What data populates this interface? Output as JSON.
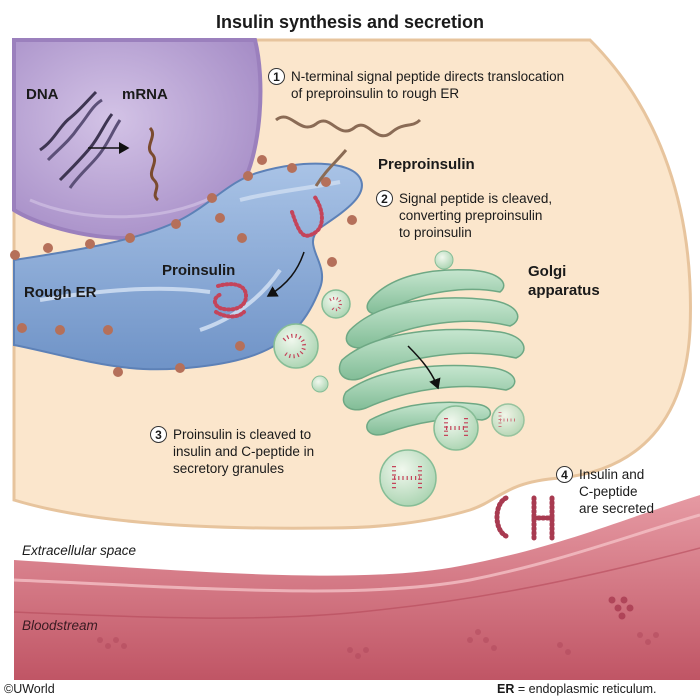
{
  "title": "Insulin synthesis and secretion",
  "labels": {
    "dna": "DNA",
    "mrna": "mRNA",
    "preproinsulin": "Preproinsulin",
    "proinsulin": "Proinsulin",
    "rough_er": "Rough ER",
    "golgi_line1": "Golgi",
    "golgi_line2": "apparatus",
    "extracellular": "Extracellular space",
    "bloodstream": "Bloodstream"
  },
  "steps": [
    {
      "number": "1",
      "line1": "N-terminal signal peptide directs translocation",
      "line2": "of preproinsulin to rough ER"
    },
    {
      "number": "2",
      "line1": "Signal peptide is cleaved,",
      "line2": "converting preproinsulin",
      "line3": "to proinsulin"
    },
    {
      "number": "3",
      "line1": "Proinsulin is cleaved to",
      "line2": "insulin and C-peptide in",
      "line3": "secretory granules"
    },
    {
      "number": "4",
      "line1": "Insulin and",
      "line2": "C-peptide",
      "line3": "are secreted"
    }
  ],
  "footer": {
    "copyright": "©UWorld",
    "abbr": "ER",
    "abbr_def": " = endoplasmic reticulum."
  },
  "colors": {
    "cytoplasm": "#fbe6cc",
    "nucleus": "#b9a2d4",
    "rough_er": "#8eaed6",
    "golgi": "#a6d3b4",
    "ribosome": "#b5705a",
    "peptide": "#c4445a",
    "blood_vessel": "#d77f8a"
  }
}
